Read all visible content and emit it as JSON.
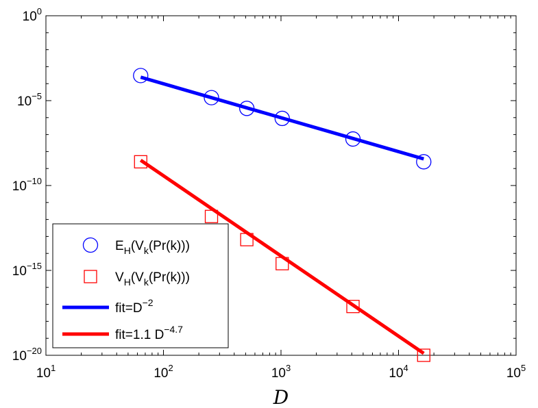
{
  "chart_data": {
    "type": "scatter",
    "title": "",
    "xlabel": "D",
    "ylabel": "",
    "x_scale": "log",
    "y_scale": "log",
    "xlim": [
      10,
      100000
    ],
    "ylim": [
      1e-20,
      1
    ],
    "x_ticks": [
      {
        "value": 10,
        "base": "10",
        "exp": "1"
      },
      {
        "value": 100,
        "base": "10",
        "exp": "2"
      },
      {
        "value": 1000,
        "base": "10",
        "exp": "3"
      },
      {
        "value": 10000,
        "base": "10",
        "exp": "4"
      },
      {
        "value": 100000,
        "base": "10",
        "exp": "5"
      }
    ],
    "y_ticks": [
      {
        "value": 1,
        "base": "10",
        "exp": "0"
      },
      {
        "value": 1e-05,
        "base": "10",
        "exp": "−5"
      },
      {
        "value": 1e-10,
        "base": "10",
        "exp": "−10"
      },
      {
        "value": 1e-15,
        "base": "10",
        "exp": "−15"
      },
      {
        "value": 1e-20,
        "base": "10",
        "exp": "−20"
      }
    ],
    "grid": false,
    "legend_position": "bottom-left",
    "series": [
      {
        "name": "E_H(V_k(Pr(k)))",
        "kind": "markers",
        "marker": "circle",
        "color": "#0000ff",
        "x": [
          64,
          256,
          512,
          1024,
          4096,
          16384
        ],
        "y": [
          0.0003,
          1.5e-05,
          3.5e-06,
          9e-07,
          5.5e-08,
          2.5e-09
        ]
      },
      {
        "name": "V_H(V_k(Pr(k)))",
        "kind": "markers",
        "marker": "square",
        "color": "#ff0000",
        "x": [
          64,
          256,
          512,
          1024,
          4096,
          16384
        ],
        "y": [
          2.5e-09,
          1.5e-12,
          6.5e-14,
          2.5e-15,
          7.5e-18,
          1e-20
        ]
      },
      {
        "name": "fit=D^−2",
        "kind": "line",
        "color": "#0000ff",
        "x": [
          64,
          16384
        ],
        "y": [
          0.00024,
          3.7e-09
        ]
      },
      {
        "name": "fit=1.1 D^−4.7",
        "kind": "line",
        "color": "#ff0000",
        "x": [
          64,
          16384
        ],
        "y": [
          3.1e-09,
          1.3e-20
        ]
      }
    ],
    "legend": [
      {
        "base": "E",
        "sub1": "H",
        "mid": "(V",
        "sub2": "k",
        "tail": "(Pr(k)))",
        "marker": "circle",
        "color": "#0000ff"
      },
      {
        "base": "V",
        "sub1": "H",
        "mid": "(V",
        "sub2": "k",
        "tail": "(Pr(k)))",
        "marker": "square",
        "color": "#ff0000"
      },
      {
        "text": "fit=D",
        "sup": "−2",
        "line": true,
        "color": "#0000ff"
      },
      {
        "text": "fit=1.1 D",
        "sup": "−4.7",
        "line": true,
        "color": "#ff0000"
      }
    ]
  }
}
